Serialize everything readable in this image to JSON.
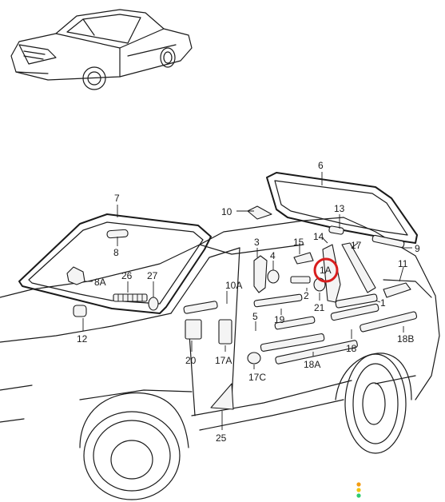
{
  "diagram": {
    "callouts": [
      {
        "id": "6",
        "text": "6"
      },
      {
        "id": "7",
        "text": "7"
      },
      {
        "id": "8",
        "text": "8"
      },
      {
        "id": "8A",
        "text": "8A"
      },
      {
        "id": "9",
        "text": "9"
      },
      {
        "id": "10",
        "text": "10"
      },
      {
        "id": "10A",
        "text": "10A"
      },
      {
        "id": "11",
        "text": "11"
      },
      {
        "id": "1",
        "text": "1"
      },
      {
        "id": "12",
        "text": "12"
      },
      {
        "id": "13",
        "text": "13"
      },
      {
        "id": "14",
        "text": "14"
      },
      {
        "id": "15",
        "text": "15"
      },
      {
        "id": "17",
        "text": "17"
      },
      {
        "id": "17A",
        "text": "17A"
      },
      {
        "id": "17C",
        "text": "17C"
      },
      {
        "id": "18",
        "text": "18"
      },
      {
        "id": "18A",
        "text": "18A"
      },
      {
        "id": "18B",
        "text": "18B"
      },
      {
        "id": "19",
        "text": "19"
      },
      {
        "id": "20",
        "text": "20"
      },
      {
        "id": "21",
        "text": "21"
      },
      {
        "id": "25",
        "text": "25"
      },
      {
        "id": "26",
        "text": "26"
      },
      {
        "id": "27",
        "text": "27"
      },
      {
        "id": "1A",
        "text": "1A"
      },
      {
        "id": "2",
        "text": "2"
      },
      {
        "id": "3",
        "text": "3"
      },
      {
        "id": "4",
        "text": "4"
      },
      {
        "id": "5",
        "text": "5"
      }
    ],
    "highlight": {
      "callout": "1A",
      "color": "#d81e1e"
    },
    "status_dots": [
      "#f39c12",
      "#f1c40f",
      "#2ecc71"
    ]
  }
}
